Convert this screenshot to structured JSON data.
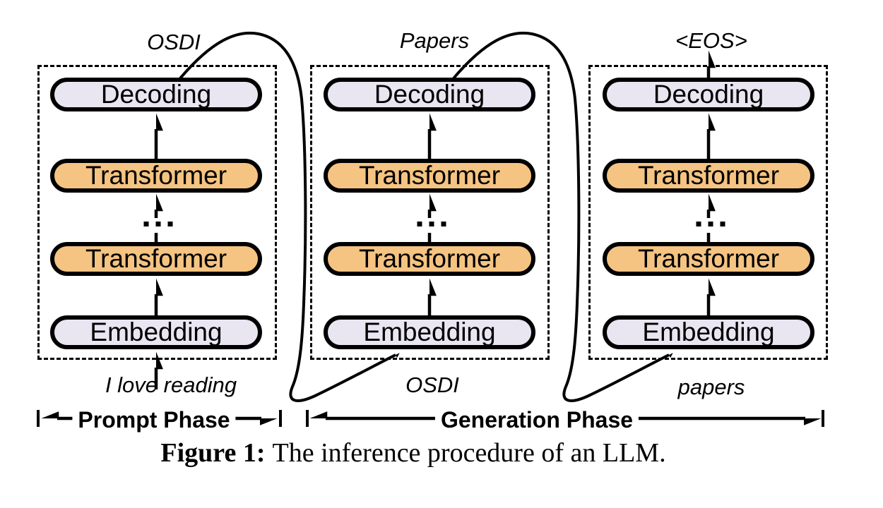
{
  "figure": {
    "columns": [
      {
        "name": "prompt-column",
        "output_label": "OSDI",
        "input_label": "I love reading",
        "blocks": [
          "Decoding",
          "Transformer",
          "Transformer",
          "Embedding"
        ]
      },
      {
        "name": "generation-column-1",
        "output_label": "Papers",
        "input_label": "OSDI",
        "blocks": [
          "Decoding",
          "Transformer",
          "Transformer",
          "Embedding"
        ]
      },
      {
        "name": "generation-column-2",
        "output_label": "<EOS>",
        "input_label": "papers",
        "blocks": [
          "Decoding",
          "Transformer",
          "Transformer",
          "Embedding"
        ]
      }
    ],
    "phases": [
      {
        "label": "Prompt Phase"
      },
      {
        "label": "Generation Phase"
      }
    ],
    "caption": {
      "prefix": "Figure 1:",
      "text": "The inference procedure of an LLM."
    },
    "colors": {
      "transformer_fill": "#F5C482",
      "io_block_fill": "#E9E6F2",
      "stroke": "#000000",
      "background": "#FFFFFF"
    }
  }
}
